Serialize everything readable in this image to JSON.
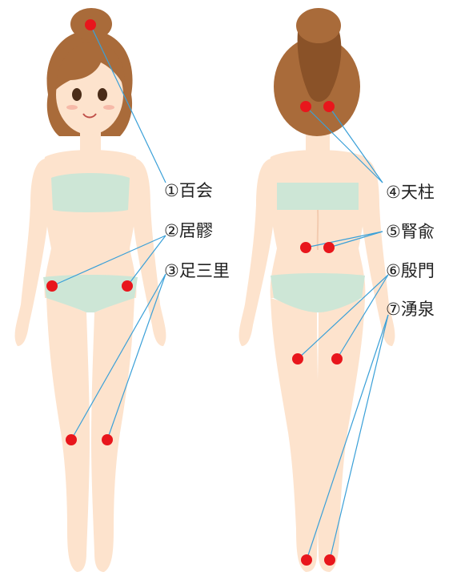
{
  "colors": {
    "skin": "#fde3cd",
    "skin_shade": "#f3cbb0",
    "hair": "#a96b3a",
    "hair_dark": "#8a5228",
    "underwear": "#cde6d6",
    "underwear_edge": "#b6d6c2",
    "point": "#e8161c",
    "leader_line": "#3aa0d8"
  },
  "labels": [
    {
      "id": "1",
      "text": "①百会"
    },
    {
      "id": "2",
      "text": "②居髎"
    },
    {
      "id": "3",
      "text": "③足三里"
    },
    {
      "id": "4",
      "text": "④天柱"
    },
    {
      "id": "5",
      "text": "⑤腎兪"
    },
    {
      "id": "6",
      "text": "⑥殷門"
    },
    {
      "id": "7",
      "text": "⑦湧泉"
    }
  ]
}
